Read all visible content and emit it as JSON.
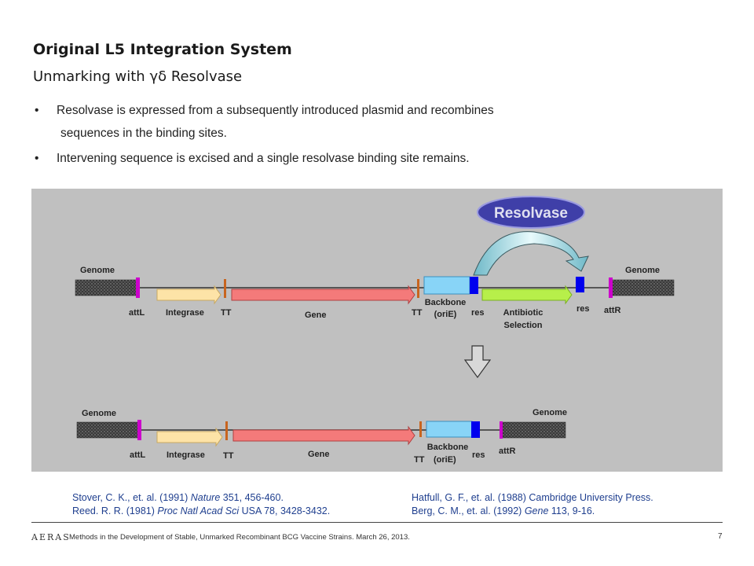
{
  "title": "Original L5 Integration System",
  "subtitle": "Unmarking with γδ Resolvase",
  "bullets": [
    {
      "symbol": "•",
      "line1": "Resolvase is expressed from a subsequently introduced plasmid and recombines",
      "line2": "sequences in the binding sites."
    },
    {
      "symbol": "•",
      "line1": "Intervening sequence is excised and a single resolvase binding site remains."
    }
  ],
  "diagram": {
    "resolvase_label": "Resolvase",
    "top": {
      "genome_left": "Genome",
      "genome_right": "Genome",
      "attL": "attL",
      "integrase": "Integrase",
      "tt1": "TT",
      "gene": "Gene",
      "tt2": "TT",
      "backbone_line1": "Backbone",
      "backbone_line2": "(oriE)",
      "res1": "res",
      "antibiotic_line1": "Antibiotic",
      "antibiotic_line2": "Selection",
      "res2": "res",
      "attR": "attR"
    },
    "bottom": {
      "genome_left": "Genome",
      "genome_right": "Genome",
      "attL": "attL",
      "integrase": "Integrase",
      "tt1": "TT",
      "gene": "Gene",
      "tt2": "TT",
      "backbone_line1": "Backbone",
      "backbone_line2": "(oriE)",
      "res": "res",
      "attR": "attR"
    },
    "colors": {
      "panel_bg": "#c0c0c0",
      "genome": "#3a3a3a",
      "att_site": "#cc00cc",
      "integrase": "#fde3a7",
      "terminator": "#c8641e",
      "gene": "#f47a7a",
      "backbone": "#88d4f7",
      "res_site": "#0000ee",
      "antibiotic": "#b7ef4a",
      "resolvase_fill": "#3f3fa8",
      "resolvase_text": "#e0e0f0"
    }
  },
  "references": {
    "left1_pre": "Stover, C. K., et. al. (1991) ",
    "left1_journal": "Nature",
    "left1_post": " 351, 456-460.",
    "left2_pre": "Reed. R. R. (1981) ",
    "left2_journal": "Proc Natl Acad Sci",
    "left2_post": " USA 78, 3428-3432.",
    "right1": "Hatfull, G. F., et. al. (1988) Cambridge University Press.",
    "right2_pre": "Berg, C. M., et. al. (1992) ",
    "right2_journal": "Gene",
    "right2_post": " 113, 9-16."
  },
  "footer": {
    "logo": "AERAS",
    "text": "Methods in the Development of Stable, Unmarked Recombinant BCG Vaccine Strains. March 26, 2013.",
    "page": "7"
  }
}
